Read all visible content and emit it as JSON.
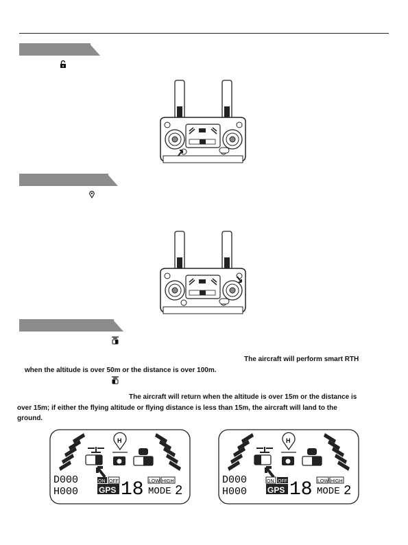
{
  "para3": {
    "line1": "The aircraft will perform smart RTH",
    "line2": "when the altitude is over 50m or the distance is over 100m.",
    "line3": "The aircraft will return when the altitude is over 15m or the distance is",
    "line4": "over 15m; if either the flying altitude or flying distance is less than 15m, the aircraft will land to the",
    "line5": "ground."
  },
  "lcd": {
    "d_value": "D000",
    "h_value": "H000",
    "gps_on": "ON",
    "gps_off": "OFF",
    "gps_label": "GPS",
    "satellites": "18",
    "speed_low": "LOW",
    "speed_high": "HIGH",
    "mode_label": "MODE",
    "mode_value": "2",
    "home_letter": "H"
  }
}
